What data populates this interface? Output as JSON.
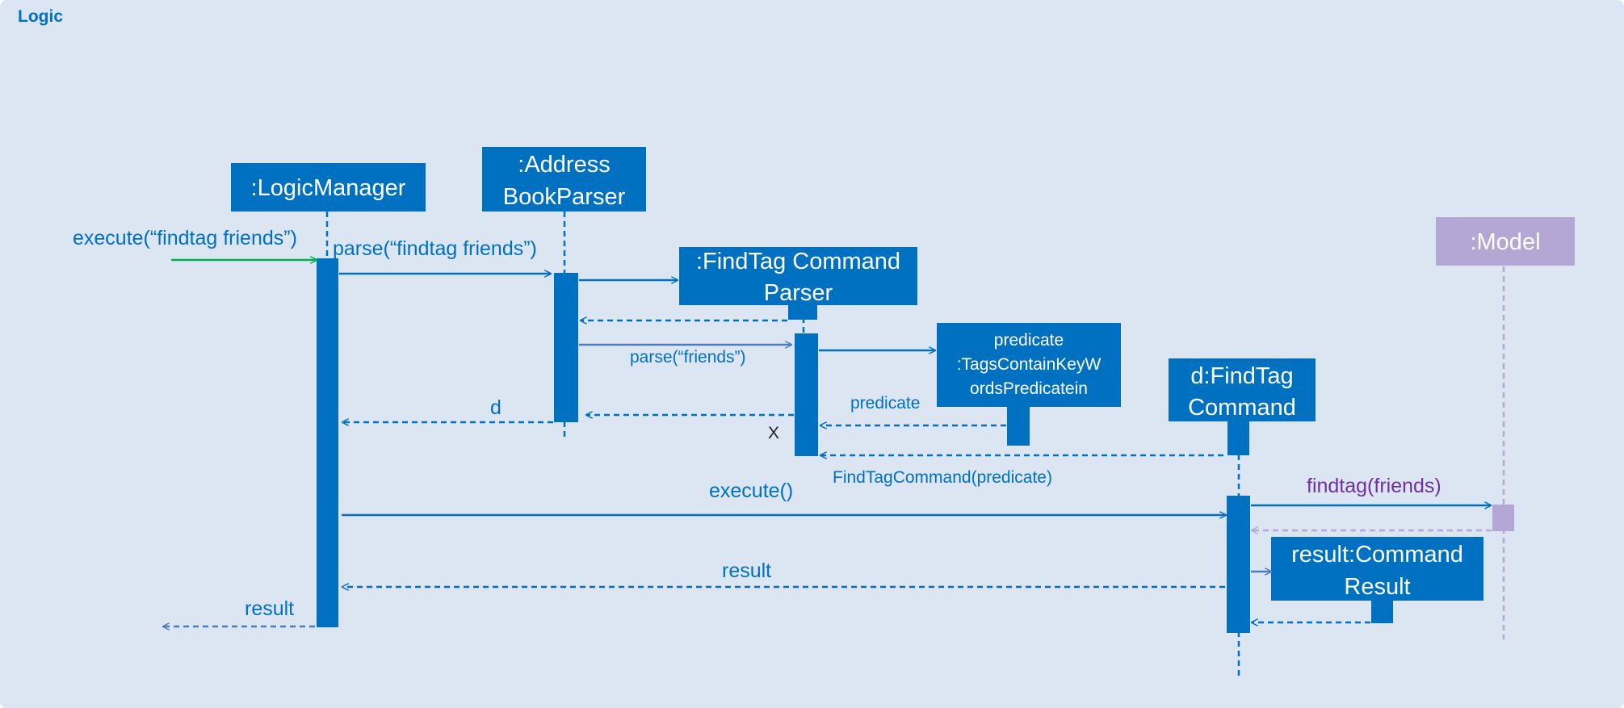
{
  "frame": {
    "title": "Logic"
  },
  "colors": {
    "background": "#dce6f2",
    "primary": "#0070c0",
    "model": "#b4a7d6",
    "model_text": "#7030a0",
    "entry_arrow": "#00b050",
    "text_dark": "#1f1f1f"
  },
  "participants": {
    "logic_manager": ":LogicManager",
    "address_book_parser": [
      ":Address",
      "BookParser"
    ],
    "findtag_parser": [
      ":FindTag Command",
      "Parser"
    ],
    "predicate": [
      "predicate",
      ":TagsContainKeyW",
      "ordsPredicatein"
    ],
    "findtag_command": [
      "d:FindTag",
      "Command"
    ],
    "model": ":Model",
    "command_result": [
      "result:Command",
      "Result"
    ]
  },
  "messages": {
    "execute_input": "execute(“findtag friends”)",
    "parse_input": "parse(“findtag friends”)",
    "parse_friends": "parse(“friends”)",
    "predicate_return": "predicate",
    "d_return": "d",
    "destroy_mark": "X",
    "findtag_constructor": "FindTagCommand(predicate)",
    "execute_call": "execute()",
    "findtag_call": "findtag(friends)",
    "result_return": "result",
    "result_out": "result"
  }
}
